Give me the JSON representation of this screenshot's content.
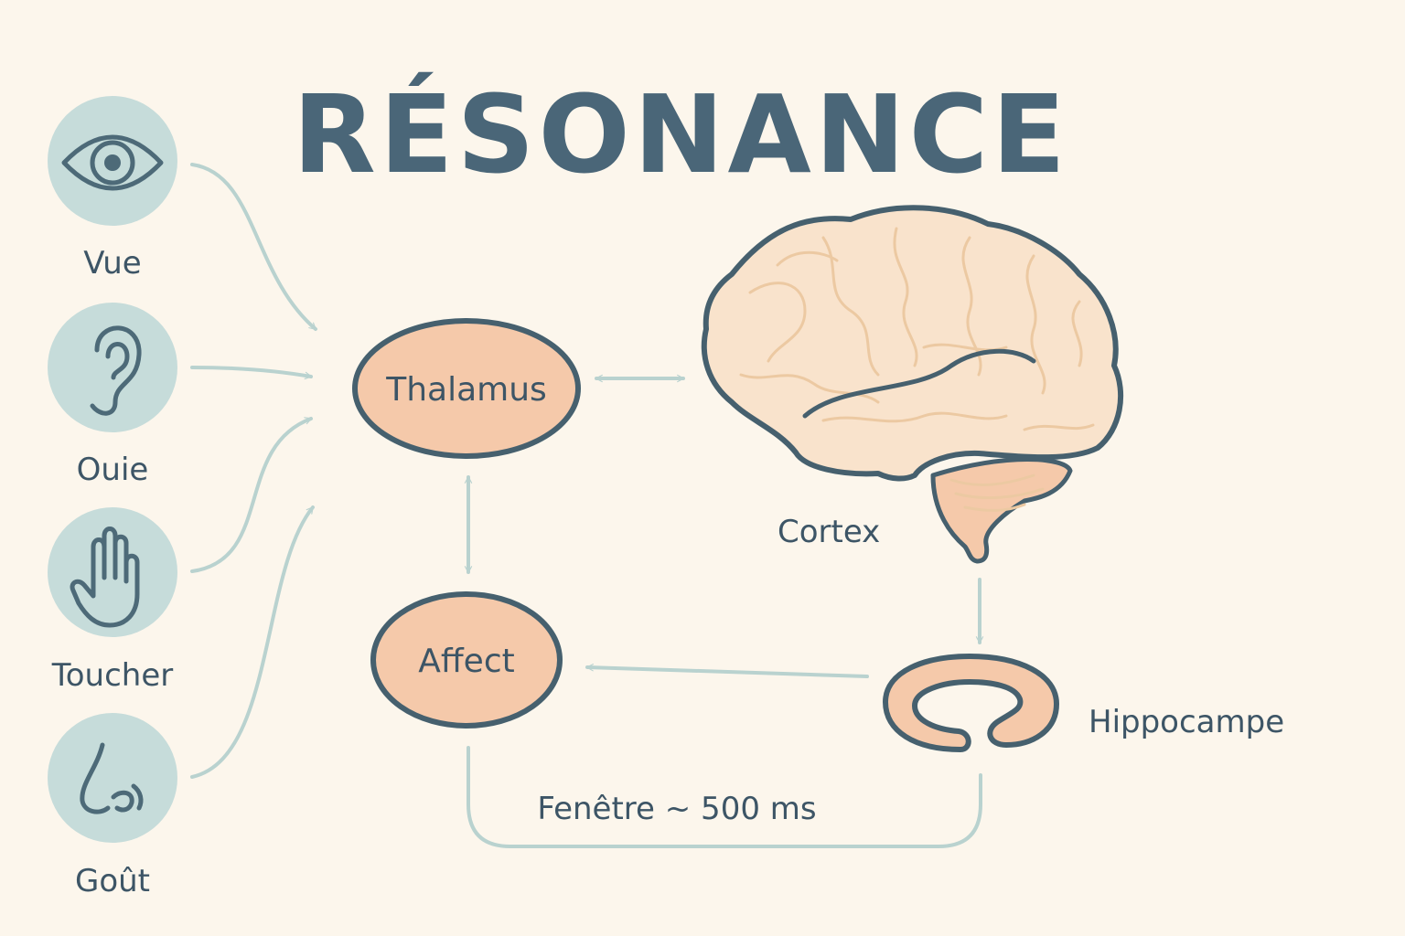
{
  "title": "RÉSONANCE",
  "senses": [
    {
      "label": "Vue",
      "icon": "eye-icon"
    },
    {
      "label": "Ouie",
      "icon": "ear-icon"
    },
    {
      "label": "Toucher",
      "icon": "hand-icon"
    },
    {
      "label": "Goût",
      "icon": "nose-icon"
    }
  ],
  "nodes": {
    "thalamus": "Thalamus",
    "affect": "Affect",
    "cortex": "Cortex",
    "hippocampe": "Hippocampe"
  },
  "loop_label": "Fenêtre ~ 500 ms",
  "colors": {
    "background": "#fcf6ec",
    "title": "#4a6678",
    "text": "#3d5566",
    "sense_circle": "#c6dcda",
    "node_fill": "#f5c9aa",
    "node_stroke": "#46606e",
    "arrows": "#b9d2cf",
    "brain_fill": "#f9e3cc"
  }
}
